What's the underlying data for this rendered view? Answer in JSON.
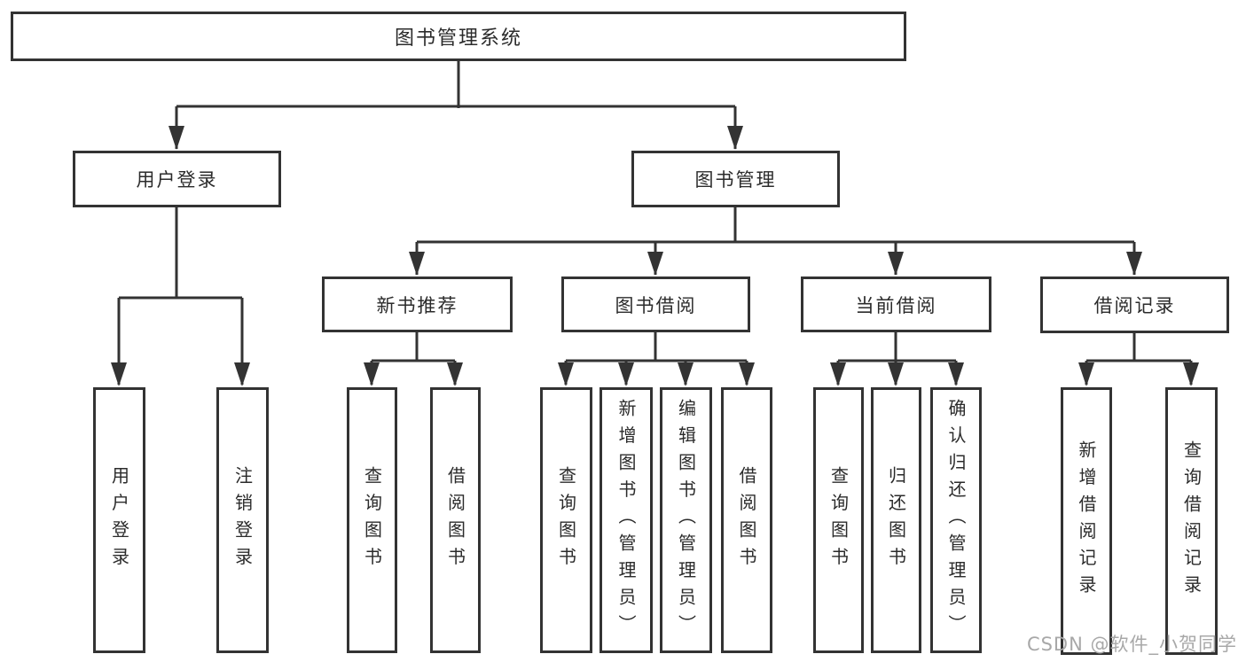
{
  "colors": {
    "line": "#333333",
    "text": "#2b2b2b",
    "watermark": "#a8a8a8",
    "background": "#ffffff"
  },
  "nodes": {
    "root": "图书管理系统",
    "user_login": {
      "label": "用户登录",
      "children": [
        "用户登录",
        "注销登录"
      ]
    },
    "book_mgmt": {
      "label": "图书管理"
    },
    "sections": [
      {
        "label": "新书推荐",
        "children": [
          "查询图书",
          "借阅图书"
        ]
      },
      {
        "label": "图书借阅",
        "children": [
          "查询图书",
          "新增图书（管理员）",
          "编辑图书（管理员）",
          "借阅图书"
        ]
      },
      {
        "label": "当前借阅",
        "children": [
          "查询图书",
          "归还图书",
          "确认归还（管理员）"
        ]
      },
      {
        "label": "借阅记录",
        "children": [
          "新增借阅记录",
          "查询借阅记录"
        ]
      }
    ]
  },
  "watermark": "CSDN @软件_小贺同学"
}
